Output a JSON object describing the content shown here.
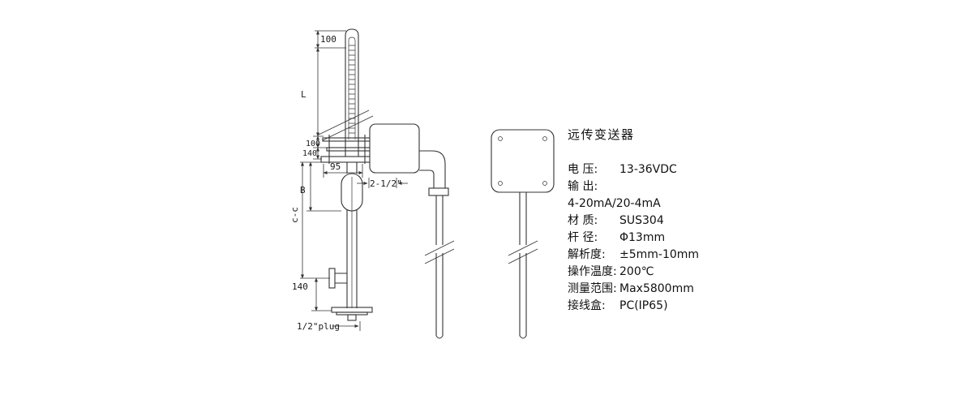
{
  "figure": {
    "dim_top_100": "100",
    "dim_L": "L",
    "dim_mid_100": "100",
    "dim_mid_140": "140",
    "dim_95": "95",
    "dim_nozzle": "2-1/2\"",
    "dim_B": "B",
    "dim_cc": "c-c",
    "dim_bottom_140": "140",
    "dim_plug": "1/2\"plug"
  },
  "specs": {
    "title": "远传变送器",
    "rows": [
      {
        "label": "电 压:",
        "value": "13-36VDC"
      },
      {
        "label": "输 出:",
        "value": ""
      },
      {
        "label": "4-20mA/20-4mA",
        "value": ""
      },
      {
        "label": "材 质:",
        "value": "SUS304"
      },
      {
        "label": "杆 径:",
        "value": "Φ13mm"
      },
      {
        "label": "解析度:",
        "value": "±5mm-10mm"
      },
      {
        "label": "操作温度:",
        "value": "200℃"
      },
      {
        "label": "测量范围:",
        "value": "Max5800mm"
      },
      {
        "label": "接线盒:",
        "value": "PC(IP65)"
      }
    ]
  }
}
